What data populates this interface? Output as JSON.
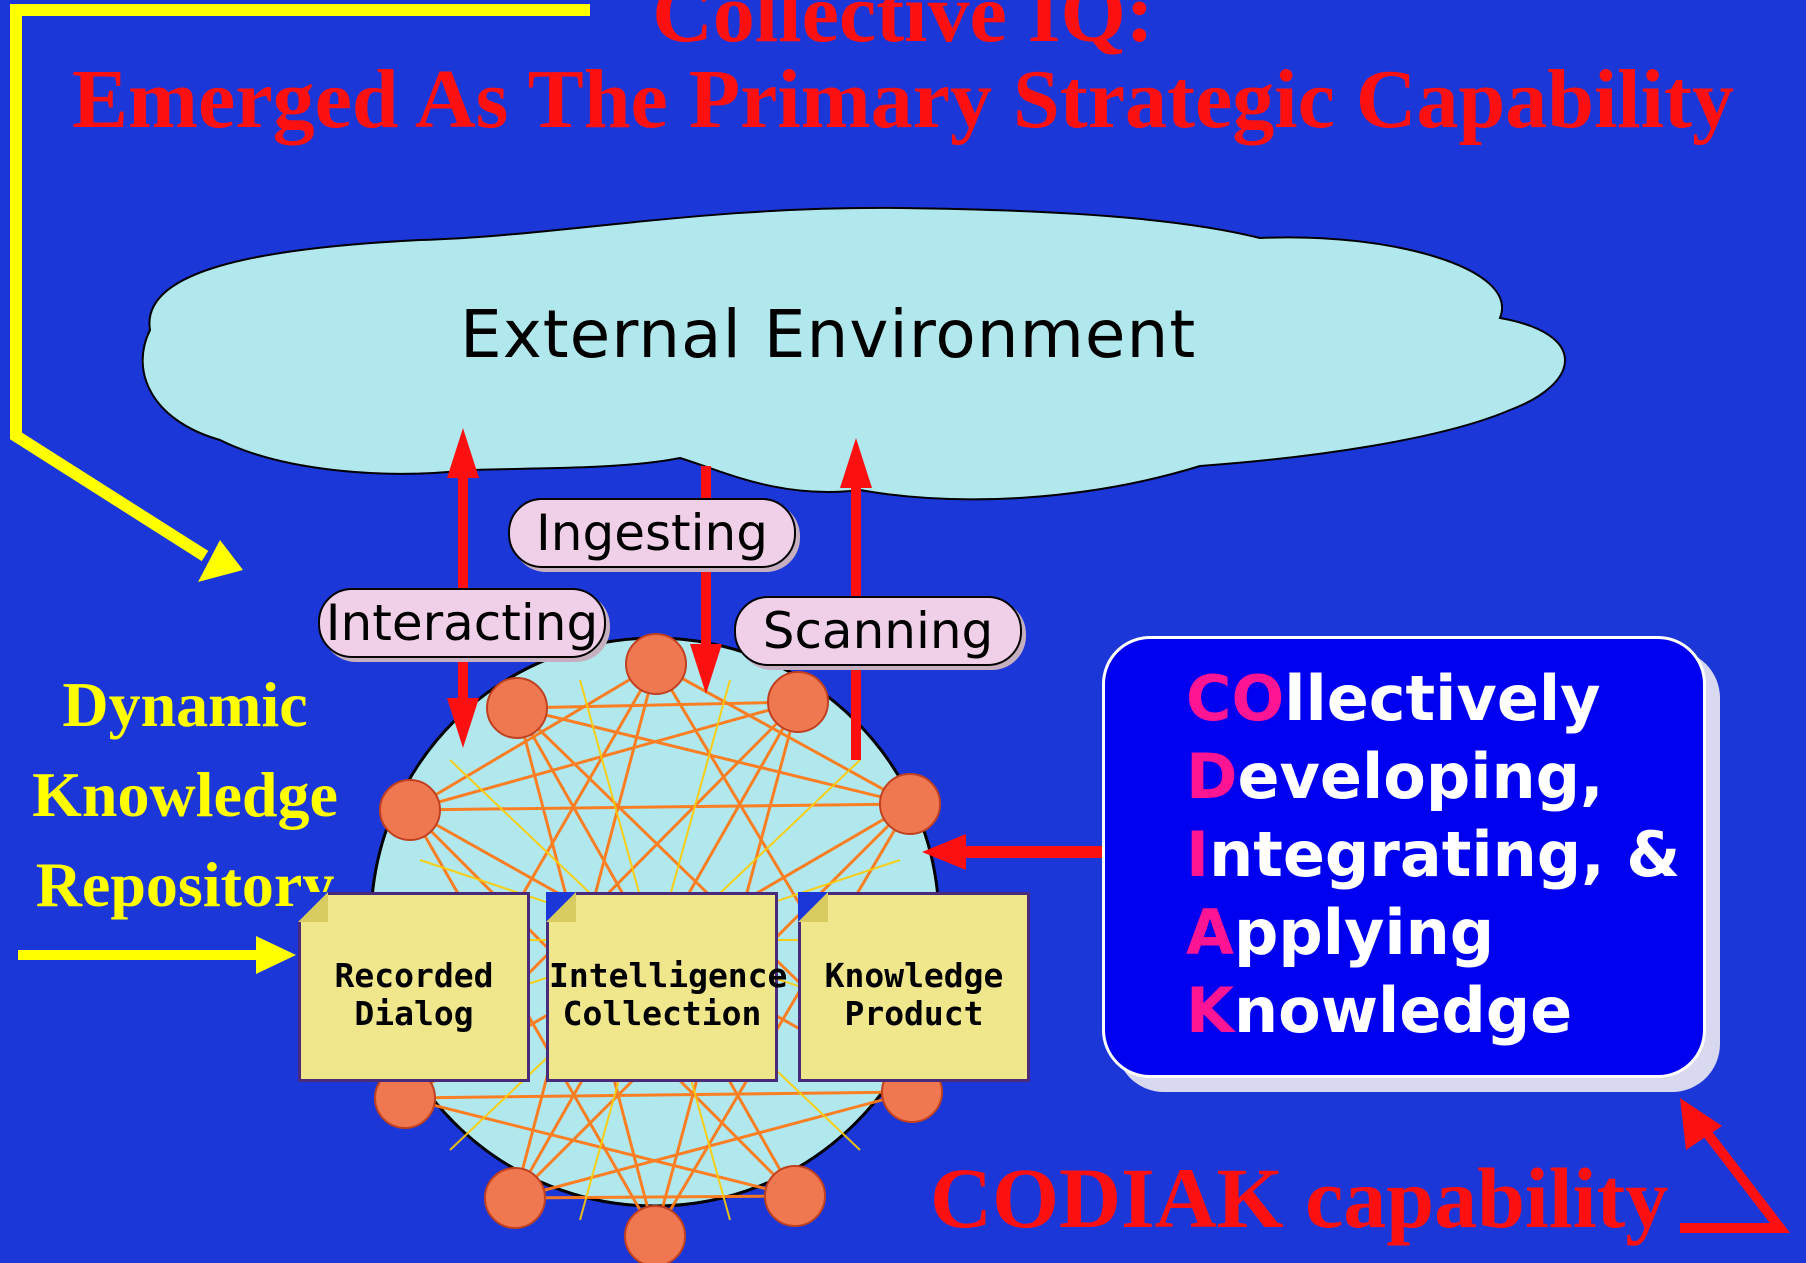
{
  "title": {
    "line1": "Collective IQ:",
    "line2": "Emerged As The Primary Strategic Capability"
  },
  "cloud": {
    "label": "External Environment"
  },
  "pills": {
    "ingesting": "Ingesting",
    "interacting": "Interacting",
    "scanning": "Scanning"
  },
  "repository": {
    "line1": "Dynamic",
    "line2": "Knowledge",
    "line3": "Repository"
  },
  "docs": [
    {
      "line1": "Recorded",
      "line2": "Dialog"
    },
    {
      "line1": "Intelligence",
      "line2": "Collection"
    },
    {
      "line1": "Knowledge",
      "line2": "Product"
    }
  ],
  "codiak": {
    "lines": [
      {
        "cap": "CO",
        "rest": "llectively"
      },
      {
        "cap": "D",
        "rest": "eveloping,"
      },
      {
        "cap": "I",
        "rest": "ntegrating, &"
      },
      {
        "cap": "A",
        "rest": "pplying"
      },
      {
        "cap": "K",
        "rest": "nowledge"
      }
    ],
    "caption": "CODIAK capability"
  },
  "colors": {
    "background": "#1c37d8",
    "title": "#ff1010",
    "yellow": "#ffff00",
    "cloud": "#b0e8ee",
    "codiak_box": "#0000f0",
    "codiak_initials": "#ff1493"
  }
}
